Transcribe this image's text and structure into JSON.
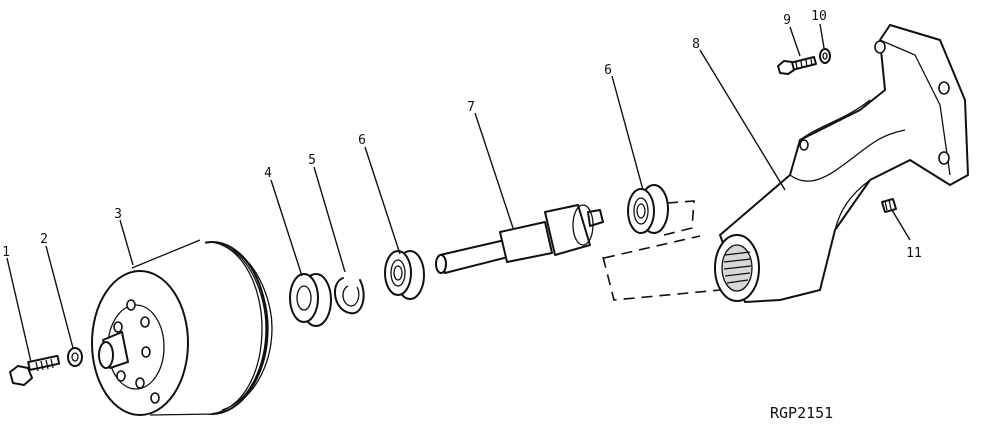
{
  "diagram": {
    "reference_code": "RGP2151",
    "callouts": [
      {
        "number": "1",
        "part": "bolt"
      },
      {
        "number": "2",
        "part": "washer"
      },
      {
        "number": "3",
        "part": "pulley"
      },
      {
        "number": "4",
        "part": "seal"
      },
      {
        "number": "5",
        "part": "snap-ring"
      },
      {
        "number": "6",
        "part": "bearing"
      },
      {
        "number": "7",
        "part": "shaft"
      },
      {
        "number": "6",
        "part": "bearing"
      },
      {
        "number": "8",
        "part": "bracket"
      },
      {
        "number": "9",
        "part": "cap-screw"
      },
      {
        "number": "10",
        "part": "lock-washer"
      },
      {
        "number": "11",
        "part": "set-screw"
      }
    ]
  }
}
